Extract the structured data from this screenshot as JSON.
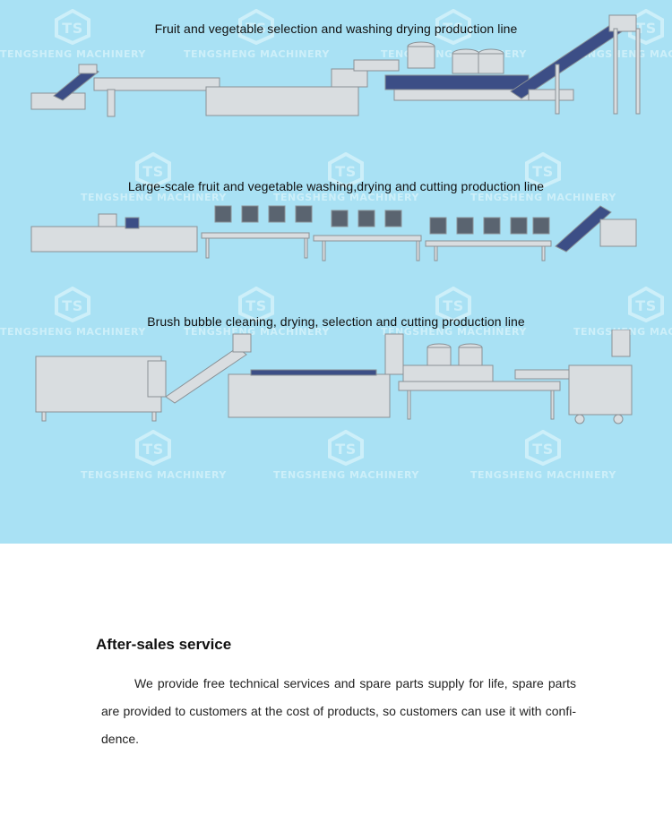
{
  "brand": {
    "watermark": "TENGSHENG MACHINERY",
    "background_color": "#a9e1f4",
    "watermark_color": "#cdeff9"
  },
  "production_lines": [
    {
      "title": "Fruit and vegetable selection and washing drying production line"
    },
    {
      "title": "Large-scale fruit and vegetable washing,drying and cutting production line"
    },
    {
      "title": "Brush bubble cleaning, drying, selection and cutting production line"
    }
  ],
  "after_sales": {
    "heading": "After-sales service",
    "body": "We provide free technical services and spare parts supply for life, spare parts are provided to customers at the cost of products, so customers can use it with confi-dence."
  }
}
